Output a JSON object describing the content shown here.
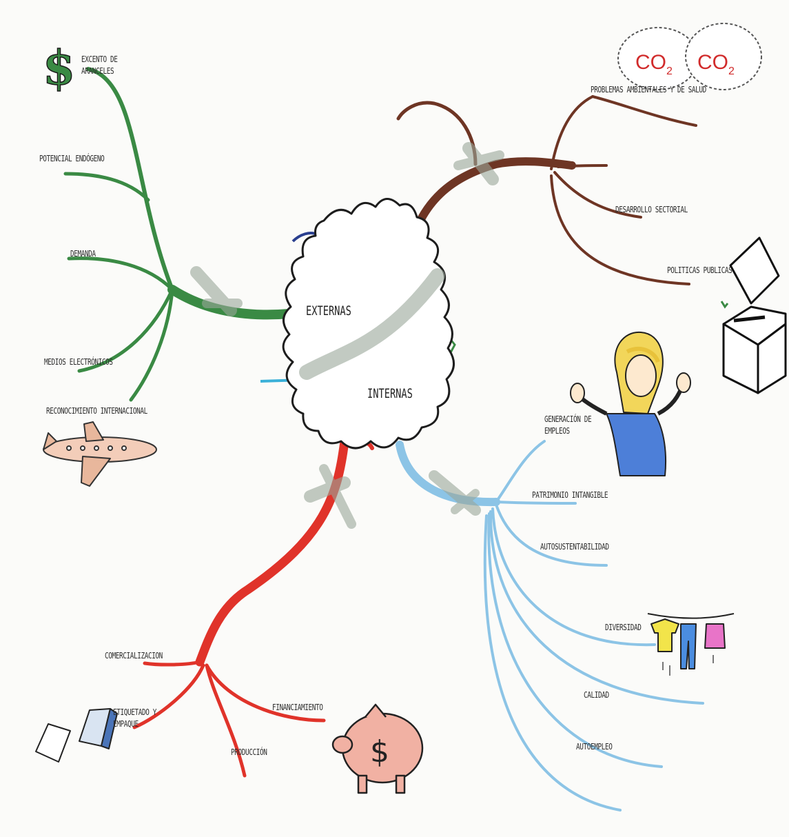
{
  "center": {
    "externas": "EXTERNAS",
    "internas": "INTERNAS"
  },
  "externas": {
    "aranceles": "EXCENTO DE ARANCELES",
    "potencial": "POTENCIAL ENDÓGENO",
    "demanda": "DEMANDA",
    "medios": "MEDIOS ELECTRÓNICOS",
    "reconocimiento": "RECONOCIMIENTO INTERNACIONAL",
    "problemas": "PROBLEMAS AMBIENTALES Y DE SALUD",
    "desarrollo": "DESARROLLO SECTORIAL",
    "politicas": "POLITICAS PUBLICAS"
  },
  "internas": {
    "empleos": "GENERACIÓN DE EMPLEOS",
    "patrimonio": "PATRIMONIO INTANGIBLE",
    "autosustentabilidad": "AUTOSUSTENTABILIDAD",
    "diversidad": "DIVERSIDAD",
    "calidad": "CALIDAD",
    "autoempleo": "AUTOEMPLEO",
    "comercializacion": "COMERCIALIZACION",
    "etiquetado": "ETIQUETADO Y EMPAQUE",
    "financiamiento": "FINANCIAMIENTO",
    "produccion": "PRODUCCIÓN"
  },
  "icons": {
    "dollar_symbol": "$",
    "co2_a": "CO",
    "co2_b": "CO",
    "co2_sub_a": "2",
    "co2_sub_b": "2",
    "piggy_symbol": "$"
  },
  "colors": {
    "green": "#3a8a44",
    "brown": "#6e3524",
    "red": "#e0332a",
    "blue": "#8cc4e6",
    "smudge": "#9aa79a"
  }
}
